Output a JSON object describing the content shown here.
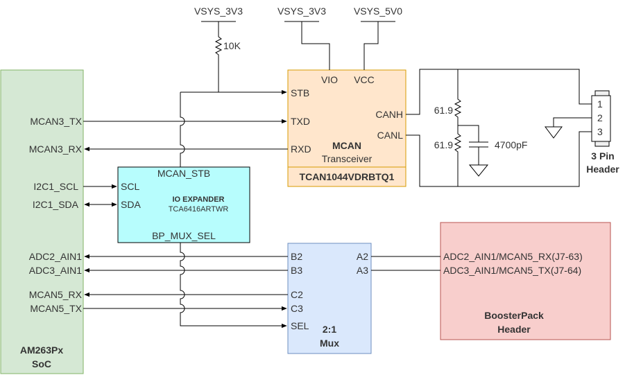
{
  "power": {
    "vsys_3v3_left": "VSYS_3V3",
    "vsys_3v3_mid": "VSYS_3V3",
    "vsys_5v0": "VSYS_5V0",
    "pullup_value": "10K"
  },
  "soc": {
    "name_line1": "AM263Px",
    "name_line2": "SoC",
    "signals": {
      "mcan3_tx": "MCAN3_TX",
      "mcan3_rx": "MCAN3_RX",
      "i2c1_scl": "I2C1_SCL",
      "i2c1_sda": "I2C1_SDA",
      "adc2_ain1": "ADC2_AIN1",
      "adc3_ain1": "ADC3_AIN1",
      "mcan5_rx": "MCAN5_RX",
      "mcan5_tx": "MCAN5_TX"
    }
  },
  "transceiver": {
    "pin_vio": "VIO",
    "pin_vcc": "VCC",
    "pin_stb": "STB",
    "pin_txd": "TXD",
    "pin_rxd": "RXD",
    "pin_canh": "CANH",
    "pin_canl": "CANL",
    "title_line1": "MCAN",
    "title_line2": "Transceiver",
    "part_number": "TCAN1044VDRBTQ1"
  },
  "io_expander": {
    "pin_mcan_stb": "MCAN_STB",
    "pin_scl": "SCL",
    "pin_sda": "SDA",
    "title": "IO EXPANDER",
    "part_number": "TCA6416ARTWR",
    "pin_bp_mux_sel": "BP_MUX_SEL"
  },
  "termination": {
    "r_top": "61.9",
    "r_bottom": "61.9",
    "capacitor": "4700pF"
  },
  "header_3pin": {
    "pin1": "1",
    "pin2": "2",
    "pin3": "3",
    "label_line1": "3 Pin",
    "label_line2": "Header"
  },
  "mux": {
    "pin_b2": "B2",
    "pin_b3": "B3",
    "pin_c2": "C2",
    "pin_c3": "C3",
    "pin_sel": "SEL",
    "pin_a2": "A2",
    "pin_a3": "A3",
    "title_line1": "2:1",
    "title_line2": "Mux"
  },
  "boosterpack": {
    "signal_1": "ADC2_AIN1/MCAN5_RX(J7-63)",
    "signal_2": "ADC3_AIN1/MCAN5_TX(J7-64)",
    "title_line1": "BoosterPack",
    "title_line2": "Header"
  },
  "colors": {
    "soc_fill": "#d5e8d4",
    "soc_stroke": "#82b366",
    "transceiver_fill": "#ffe6cc",
    "transceiver_stroke": "#d79b00",
    "expander_fill": "#b7fdfd",
    "mux_fill": "#dae8fc",
    "mux_stroke": "#6c8ebf",
    "boosterpack_fill": "#f8cecc",
    "boosterpack_stroke": "#b85450"
  }
}
